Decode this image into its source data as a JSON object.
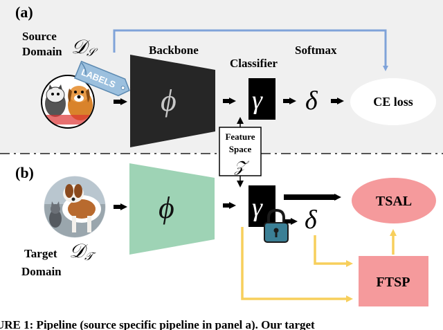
{
  "panel_a": {
    "label": "(a)",
    "source_line1": "Source",
    "source_line2": "Domain",
    "source_symbol": "𝒟",
    "source_sub": "𝒮",
    "labels_tag": "LABELS",
    "backbone": "Backbone",
    "classifier": "Classifier",
    "softmax": "Softmax",
    "phi": "ϕ",
    "gamma": "γ",
    "delta": "δ",
    "ce_loss": "CE loss"
  },
  "feature_space": {
    "line1": "Feature",
    "line2": "Space",
    "symbol": "𝒵"
  },
  "panel_b": {
    "label": "(b)",
    "target_line1": "Target",
    "target_line2": "Domain",
    "target_symbol": "𝒟",
    "target_sub": "𝒯",
    "phi": "ϕ",
    "gamma": "γ",
    "delta": "δ",
    "tsal": "TSAL",
    "ftsp": "FTSP"
  },
  "caption": "URE 1: Pipeline (source specific pipeline in panel a). Our target"
}
